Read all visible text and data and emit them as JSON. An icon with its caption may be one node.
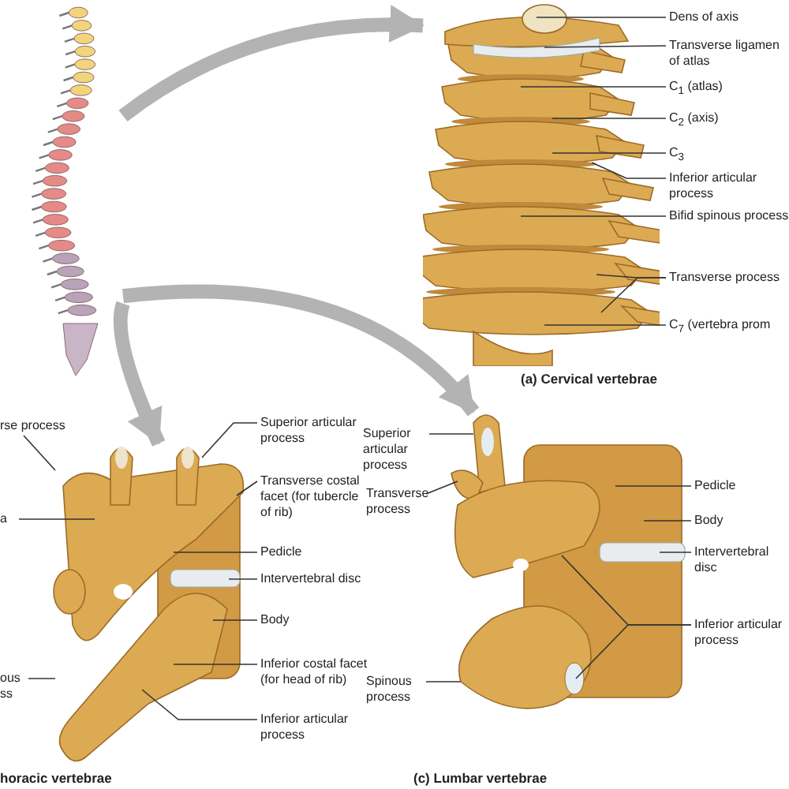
{
  "diagram": {
    "nodes": [
      {
        "text": [],
        "shape": "picture"
      },
      {
        "text": [],
        "shape": "picture",
        "beside": [
          "(a) Cervical vertebrae"
        ]
      },
      {
        "text": [],
        "shape": "picture",
        "beside": [
          "horacic vertebrae"
        ]
      },
      {
        "text": [],
        "shape": "picture"
      },
      {
        "text": [
          "Dens of axis"
        ]
      },
      {
        "text": [
          "Transverse ligamen of atlas"
        ]
      },
      {
        "text": [
          "C$_{1}$ (atlas)"
        ]
      },
      {
        "text": [
          "C$_{2}$ (axis)"
        ]
      },
      {
        "text": [
          "C$_{3}$"
        ]
      },
      {
        "text": [
          "Inferior articular process"
        ]
      },
      {
        "text": [
          "Bifid spinous process"
        ]
      },
      {
        "text": [
          "Transverse process"
        ]
      },
      {
        "text": [
          "C$_{7}$ (vertebra prom"
        ]
      },
      {
        "text": [
          "rse process"
        ]
      },
      {
        "text": [
          "a"
        ]
      },
      {
        "text": [
          "ous ss"
        ]
      },
      {
        "text": [
          "Superior articular process"
        ]
      },
      {
        "text": [
          "Transverse costal facet (for tubercle of rib)"
        ]
      },
      {
        "text": [
          "Pedicle"
        ]
      },
      {
        "text": [
          "Intervertebral disc"
        ]
      },
      {
        "text": [
          "Body"
        ]
      },
      {
        "text": [
          "Inferior costal facet (for head of rib)"
        ]
      },
      {
        "text": [
          "Inferior articular process"
        ]
      },
      {
        "text": [
          "Superior articular process"
        ]
      },
      {
        "text": [
          "Transverse process"
        ]
      },
      {
        "text": [
          "Spinous process"
        ]
      },
      {
        "text": [
          "Pedicle"
        ]
      },
      {
        "text": [
          "Body"
        ]
      },
      {
        "text": [
          "Intervertebral disc"
        ]
      },
      {
        "text": [
          "Inferior articular process"
        ]
      }
    ],
    "edges": [
      {
        "from": 0,
        "to": 1,
        "arrow": "to",
        "style": "thick",
        "color": "#b3b3b3"
      },
      {
        "from": 0,
        "to": 2,
        "arrow": "to",
        "style": "thick",
        "color": "#b3b3b3"
      },
      {
        "from": 0,
        "to": 3,
        "arrow": "to",
        "style": "thick",
        "color": "#b3b3b3"
      },
      {
        "from": 4,
        "to": 1,
        "arrow": "none"
      },
      {
        "from": 5,
        "to": 1,
        "arrow": "none"
      },
      {
        "from": 6,
        "to": 1,
        "arrow": "none"
      },
      {
        "from": 7,
        "to": 1,
        "arrow": "none"
      },
      {
        "from": 8,
        "to": 1,
        "arrow": "none"
      },
      {
        "from": 9,
        "to": 1,
        "arrow": "none"
      },
      {
        "from": 10,
        "to": 1,
        "arrow": "none"
      },
      {
        "from": 11,
        "to": 1,
        "arrow": "none"
      },
      {
        "from": 11,
        "to": 1,
        "arrow": "none"
      },
      {
        "from": 12,
        "to": 1,
        "arrow": "none"
      },
      {
        "from": 13,
        "to": 2,
        "arrow": "none"
      },
      {
        "from": 14,
        "to": 2,
        "arrow": "none"
      },
      {
        "from": 15,
        "to": 2,
        "arrow": "none"
      },
      {
        "from": 16,
        "to": 2,
        "arrow": "none"
      },
      {
        "from": 17,
        "to": 2,
        "arrow": "none"
      },
      {
        "from": 18,
        "to": 2,
        "arrow": "none"
      },
      {
        "from": 19,
        "to": 2,
        "arrow": "none"
      },
      {
        "from": 20,
        "to": 2,
        "arrow": "none"
      },
      {
        "from": 21,
        "to": 2,
        "arrow": "none"
      },
      {
        "from": 22,
        "to": 2,
        "arrow": "none"
      },
      {
        "from": 23,
        "to": 3,
        "arrow": "none"
      },
      {
        "from": 24,
        "to": 3,
        "arrow": "none"
      },
      {
        "from": 25,
        "to": 3,
        "arrow": "none"
      },
      {
        "from": 26,
        "to": 3,
        "arrow": "none"
      },
      {
        "from": 27,
        "to": 3,
        "arrow": "none"
      },
      {
        "from": 28,
        "to": 3,
        "arrow": "none"
      },
      {
        "from": 29,
        "to": 3,
        "arrow": "none"
      },
      {
        "from": 29,
        "to": 3,
        "arrow": "none"
      }
    ],
    "labels": [
      "(c) Lumbar vertebrae"
    ]
  }
}
